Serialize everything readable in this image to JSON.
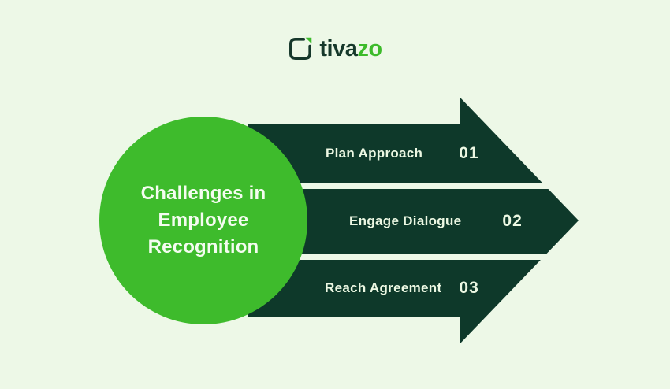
{
  "logo": {
    "icon": "tivazo-square-leaf-icon",
    "brand_prefix": "tiva",
    "brand_suffix": "zo"
  },
  "circle": {
    "title": "Challenges in Employee Recognition"
  },
  "steps": [
    {
      "label": "Plan Approach",
      "number": "01"
    },
    {
      "label": "Engage Dialogue",
      "number": "02"
    },
    {
      "label": "Reach Agreement",
      "number": "03"
    }
  ],
  "colors": {
    "background": "#edf8e7",
    "arrow_dark_green": "#0e392a",
    "circle_green": "#3ebb2c",
    "logo_dark": "#16382b",
    "logo_green": "#3dbb2b",
    "bar_text": "#ecf8e3",
    "circle_text": "#f4fcf0"
  }
}
